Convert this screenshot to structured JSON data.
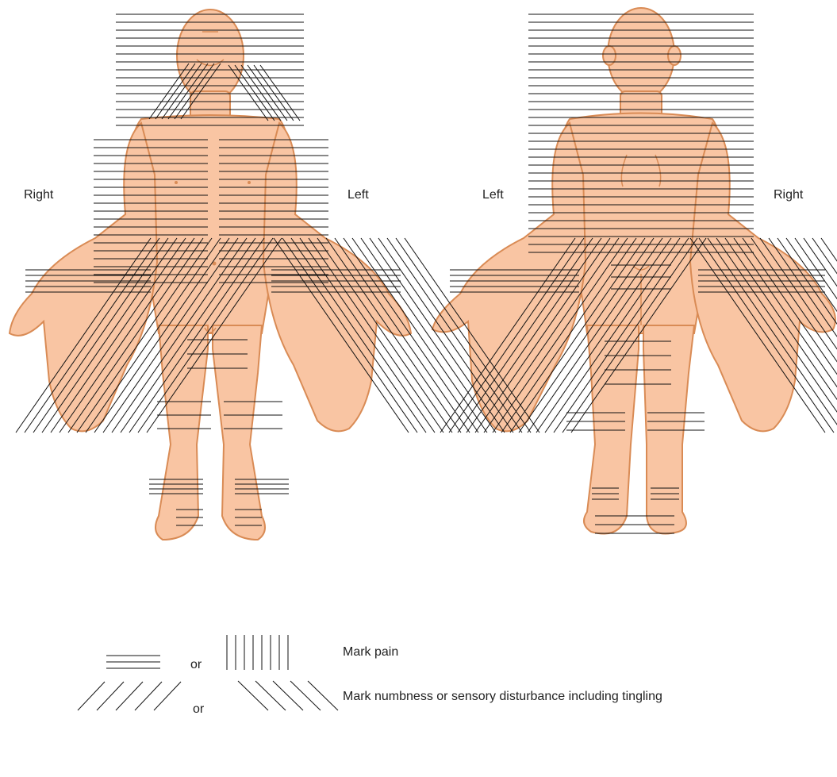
{
  "front_view": {
    "right_label": "Right",
    "left_label": "Left"
  },
  "back_view": {
    "left_label": "Left",
    "right_label": "Right"
  },
  "legend": {
    "or_word_1": "or",
    "pain_text": "Mark pain",
    "or_word_2": "or",
    "numbness_text": "Mark numbness or sensory disturbance including tingling"
  },
  "colors": {
    "skin": "#f9c5a3",
    "outline": "#d98b55",
    "marks": "#111111"
  }
}
